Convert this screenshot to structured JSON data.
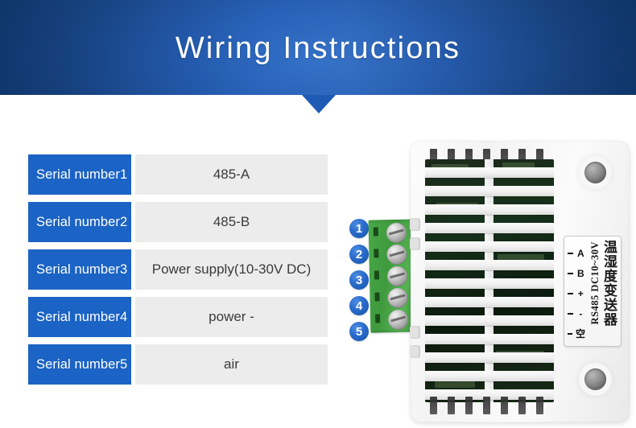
{
  "header": {
    "title": "Wiring Instructions",
    "background_color_center": "#1f5bb5",
    "background_color_edge": "#11417e",
    "notch_color": "#1f5bb5"
  },
  "table": {
    "label_color": "#1b63c4",
    "value_bg_color": "#ececec",
    "rows": [
      {
        "label": "Serial number1",
        "value": "485-A"
      },
      {
        "label": "Serial number2",
        "value": "485-B"
      },
      {
        "label": "Serial number3",
        "value": "Power supply(10-30V DC)"
      },
      {
        "label": "Serial number4",
        "value": "power -"
      },
      {
        "label": "Serial number5",
        "value": "air"
      }
    ]
  },
  "badges": {
    "color": "#1453a8",
    "items": [
      "1",
      "2",
      "3",
      "4",
      "5"
    ]
  },
  "device": {
    "label": {
      "title_cjk": "温湿度变送器",
      "spec": "RS485 DC10~30V",
      "pins": [
        "A",
        "B",
        "+",
        "-",
        "空"
      ]
    }
  }
}
